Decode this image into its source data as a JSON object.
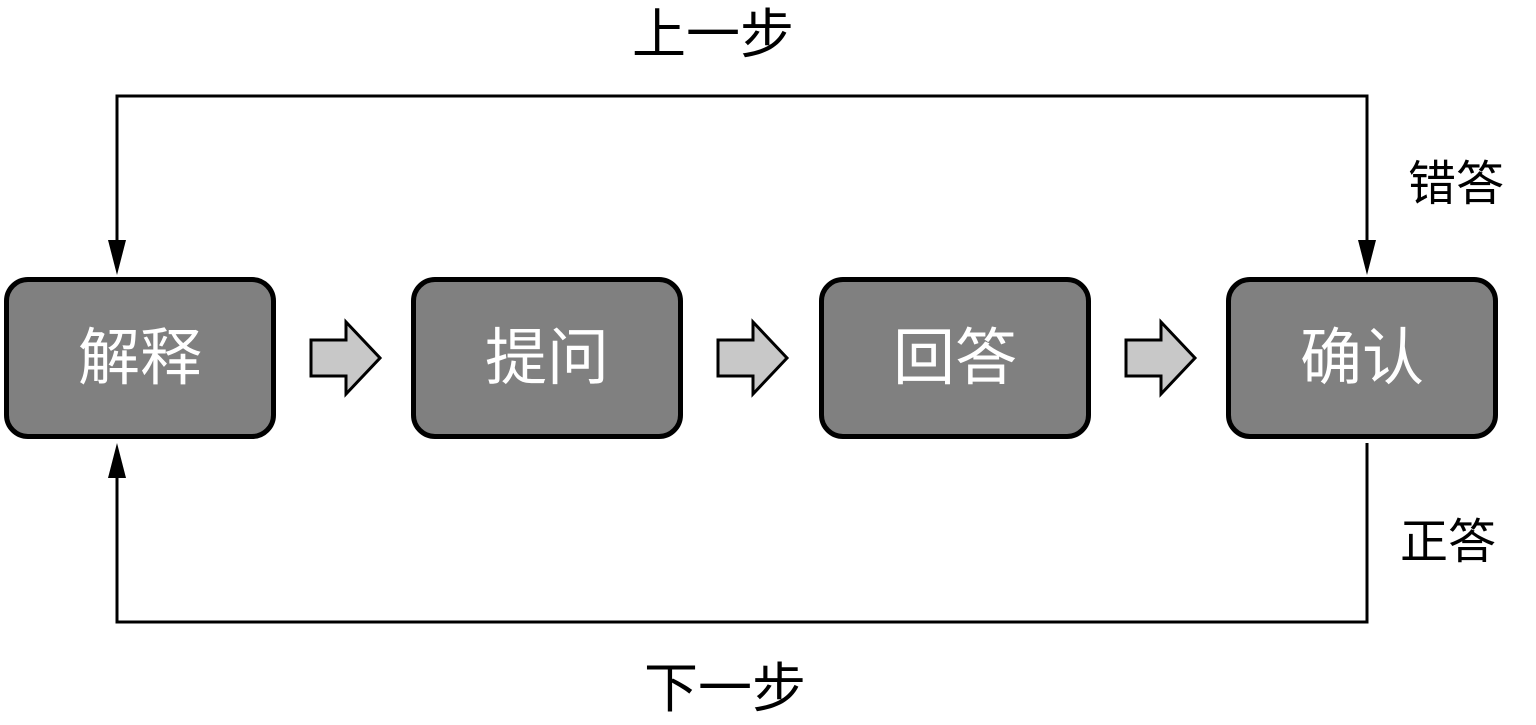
{
  "top_loop_label": "上一步",
  "bottom_loop_label": "下一步",
  "wrong_answer_label": "错答",
  "right_answer_label": "正答",
  "steps": [
    {
      "label": "解释"
    },
    {
      "label": "提问"
    },
    {
      "label": "回答"
    },
    {
      "label": "确认"
    }
  ],
  "colors": {
    "box_fill": "#808080",
    "box_text": "#ffffff",
    "arrow_fill": "#c8c8c8",
    "line": "#000000"
  }
}
